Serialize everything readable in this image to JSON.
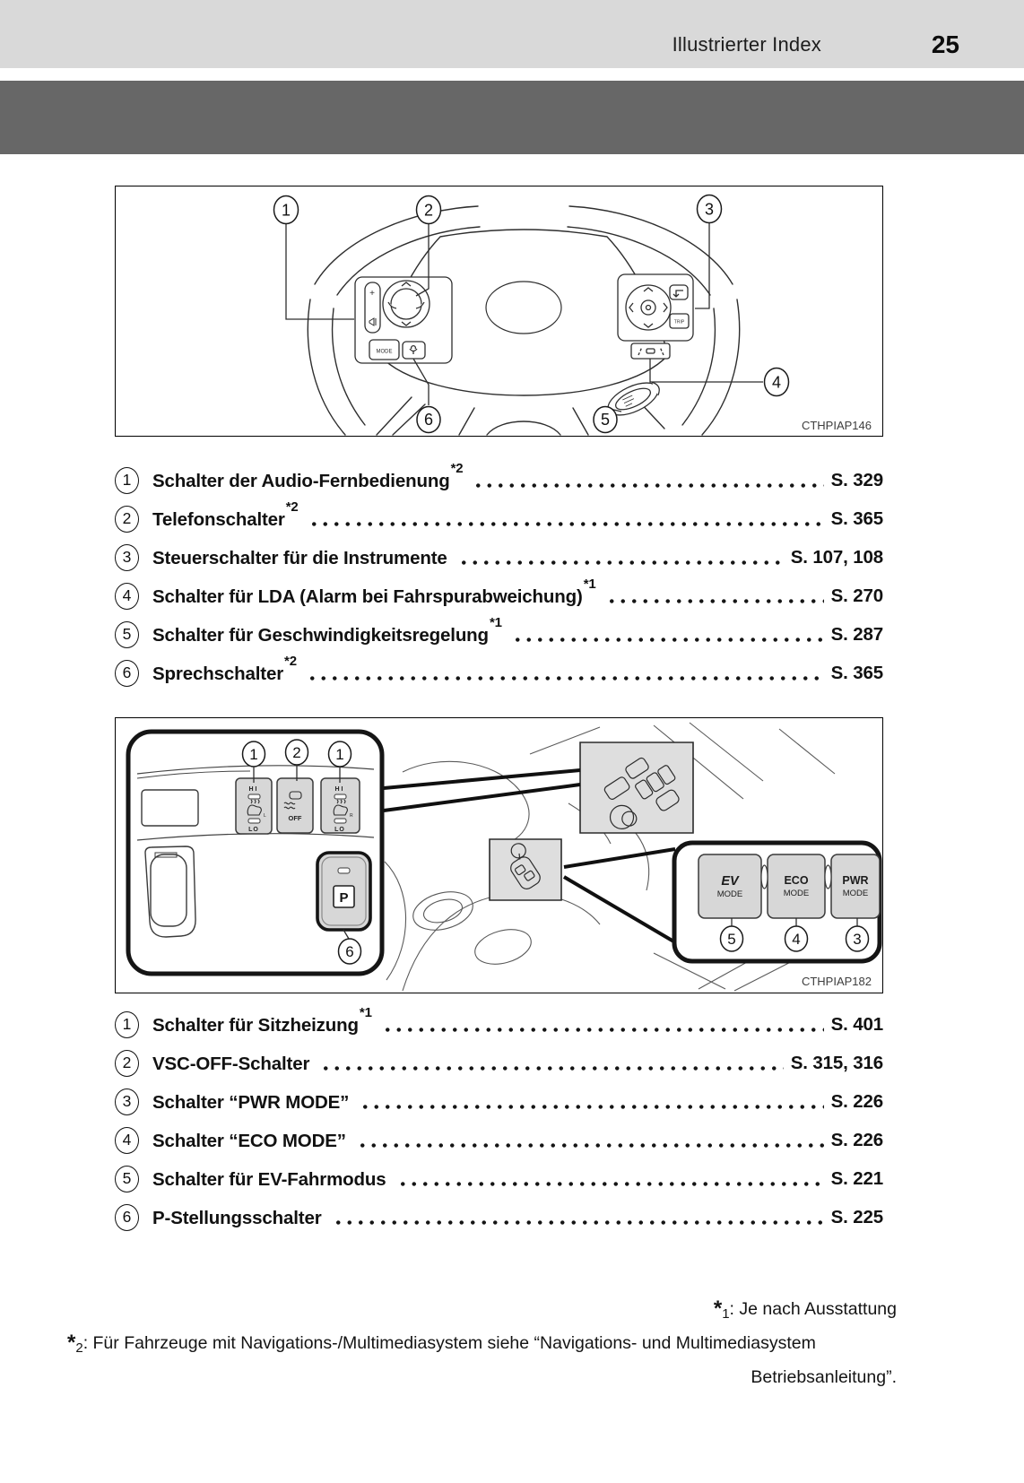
{
  "header": {
    "section_title": "Illustrierter Index",
    "page_number": "25"
  },
  "figure1": {
    "code": "CTHPIAP146",
    "callouts": {
      "c1": "1",
      "c2": "2",
      "c3": "3",
      "c4": "4",
      "c5": "5",
      "c6": "6"
    },
    "labels": {
      "mode": "MODE",
      "trip": "TRIP",
      "plus": "+"
    }
  },
  "figure2": {
    "code": "CTHPIAP182",
    "callouts": {
      "seat_left": "1",
      "vsc": "2",
      "seat_right": "1",
      "park": "6",
      "ev": "5",
      "eco": "4",
      "pwr": "3"
    },
    "labels": {
      "hi": "HI",
      "lo": "LO",
      "off": "OFF",
      "p": "P",
      "ev": "EV",
      "eco": "ECO",
      "pwr": "PWR",
      "mode": "MODE",
      "seat_l": "L",
      "seat_r": "R"
    },
    "colors": {
      "button_gray": "#d7d7d7",
      "inset_gray": "#dedede"
    }
  },
  "list1": {
    "items": [
      {
        "num": "1",
        "label": "Schalter der Audio-Fernbedienung",
        "sup": "*2",
        "page": "S. 329"
      },
      {
        "num": "2",
        "label": "Telefonschalter",
        "sup": "*2",
        "page": "S. 365"
      },
      {
        "num": "3",
        "label": "Steuerschalter für die Instrumente",
        "sup": "",
        "page": "S. 107, 108"
      },
      {
        "num": "4",
        "label": "Schalter für LDA (Alarm bei Fahrspurabweichung)",
        "sup": "*1",
        "page": "S. 270"
      },
      {
        "num": "5",
        "label": "Schalter für Geschwindigkeitsregelung",
        "sup": "*1",
        "page": "S. 287"
      },
      {
        "num": "6",
        "label": "Sprechschalter",
        "sup": "*2",
        "page": "S. 365"
      }
    ]
  },
  "list2": {
    "items": [
      {
        "num": "1",
        "label": "Schalter für Sitzheizung",
        "sup": "*1",
        "page": "S. 401"
      },
      {
        "num": "2",
        "label": "VSC-OFF-Schalter ",
        "sup": "",
        "page": "S. 315, 316"
      },
      {
        "num": "3",
        "label": "Schalter “PWR MODE” ",
        "sup": "",
        "page": "S. 226"
      },
      {
        "num": "4",
        "label": "Schalter “ECO MODE”",
        "sup": "",
        "page": "S. 226"
      },
      {
        "num": "5",
        "label": "Schalter für EV-Fahrmodus",
        "sup": "",
        "page": "S. 221"
      },
      {
        "num": "6",
        "label": "P-Stellungsschalter ",
        "sup": "",
        "page": "S. 225"
      }
    ]
  },
  "footnotes": {
    "fn1": {
      "star": "*",
      "num": "1",
      "text": ": Je nach Ausstattung"
    },
    "fn2": {
      "star": "*",
      "num": "2",
      "text": ": Für Fahrzeuge mit Navigations-/Multimediasystem siehe “Navigations- und Multimediasystem",
      "text2": "Betriebsanleitung”."
    }
  }
}
